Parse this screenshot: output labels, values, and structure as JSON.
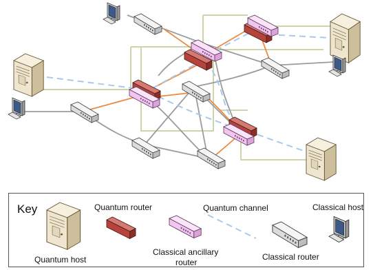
{
  "key": {
    "heading": "Key",
    "quantum_host": "Quantum host",
    "quantum_router": "Quantum router",
    "ancillary_router": "Classical ancillary\nrouter",
    "ancillary_router_l1": "Classical ancillary",
    "ancillary_router_l2": "router",
    "quantum_channel": "Quantum channel",
    "classical_router": "Classical router",
    "classical_host": "Classical host"
  },
  "colors": {
    "quantum_router": "#b5443d",
    "ancillary_router": "#f2c4f0",
    "classical_router": "#e6e6e6",
    "host_beige": "#efe6cf",
    "quantum_link": "#eb8a3f",
    "classical_link": "#9b9b9b",
    "quantum_channel": "#a9c8ee",
    "ancillary_box": "#cdd6aa"
  },
  "icons": [
    "quantum-host-icon",
    "classical-host-icon",
    "quantum-router-icon",
    "classical-ancillary-router-icon",
    "classical-router-icon"
  ]
}
